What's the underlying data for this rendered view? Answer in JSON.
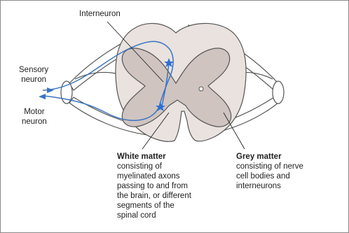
{
  "labels": {
    "interneuron": "Interneuron",
    "sensory_neuron": [
      "Sensory",
      "neuron"
    ],
    "motor_neuron": [
      "Motor",
      "neuron"
    ],
    "white_matter": {
      "title": "White matter",
      "lines": [
        "consisting of",
        "myelinated axons",
        "passing to and from",
        "the brain, or different",
        "segments of the",
        "spinal cord"
      ]
    },
    "grey_matter": {
      "title": "Grey matter",
      "lines": [
        "consisting of nerve",
        "cell bodies and",
        "interneurons"
      ]
    }
  },
  "colors": {
    "white_matter_fill": "#e9e2df",
    "grey_matter_fill": "#cfc4c0",
    "outline": "#555555",
    "neuron_path": "#3a73c2",
    "neuron_marker": "#2f6fd0",
    "nerve_root_fill": "#ffffff",
    "leader_line": "#222222"
  },
  "icons": [
    "star-marker-icon",
    "arrow-right-icon",
    "arrow-left-icon"
  ]
}
